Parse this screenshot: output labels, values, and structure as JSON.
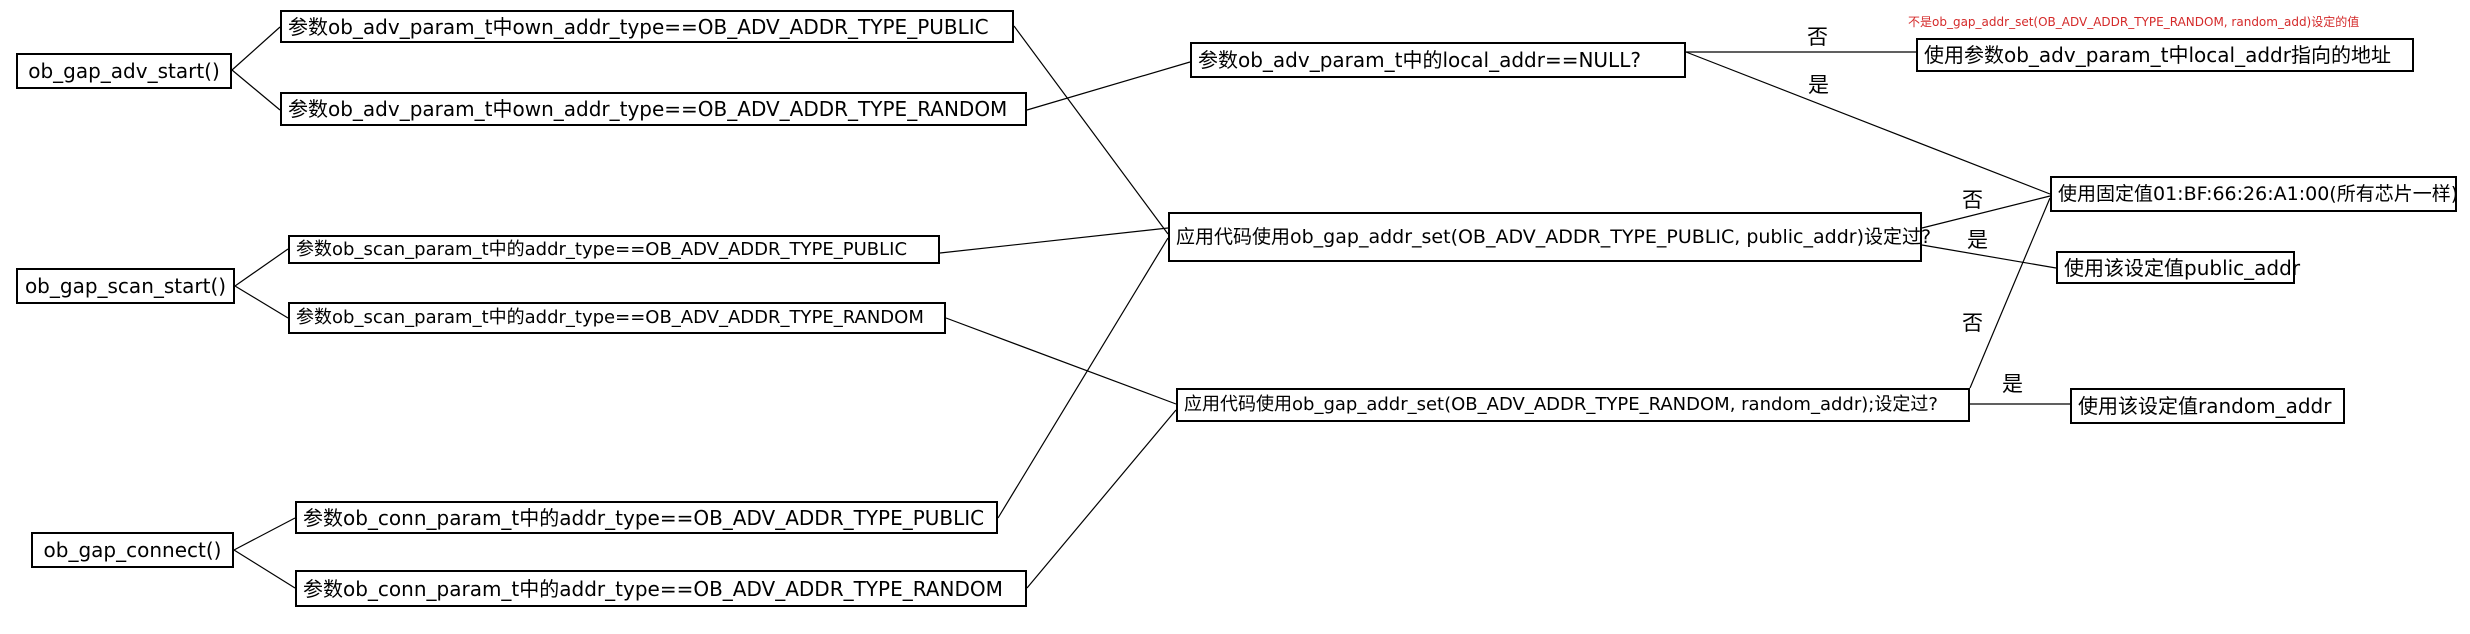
{
  "functions": {
    "adv": "ob_gap_adv_start()",
    "scan": "ob_gap_scan_start()",
    "connect": "ob_gap_connect()"
  },
  "params": {
    "adv_public": "参数ob_adv_param_t中own_addr_type==OB_ADV_ADDR_TYPE_PUBLIC",
    "adv_random": "参数ob_adv_param_t中own_addr_type==OB_ADV_ADDR_TYPE_RANDOM",
    "scan_public": "参数ob_scan_param_t中的addr_type==OB_ADV_ADDR_TYPE_PUBLIC",
    "scan_random": "参数ob_scan_param_t中的addr_type==OB_ADV_ADDR_TYPE_RANDOM",
    "conn_public": "参数ob_conn_param_t中的addr_type==OB_ADV_ADDR_TYPE_PUBLIC",
    "conn_random": "参数ob_conn_param_t中的addr_type==OB_ADV_ADDR_TYPE_RANDOM"
  },
  "decisions": {
    "local_addr": "参数ob_adv_param_t中的local_addr==NULL?",
    "public_set": "应用代码使用ob_gap_addr_set(OB_ADV_ADDR_TYPE_PUBLIC, public_addr)设定过?",
    "random_set": "应用代码使用ob_gap_addr_set(OB_ADV_ADDR_TYPE_RANDOM, random_addr);设定过?"
  },
  "results": {
    "use_local_addr": "使用参数ob_adv_param_t中local_addr指向的地址",
    "use_fixed": "使用固定值01:BF:66:26:A1:00(所有芯片一样)",
    "use_public": "使用该设定值public_addr",
    "use_random": "使用该设定值random_addr"
  },
  "edge_labels": {
    "local_no": "否",
    "local_yes": "是",
    "public_no": "否",
    "public_yes": "是",
    "random_no": "否",
    "random_yes": "是"
  },
  "annotation": "不是ob_gap_addr_set(OB_ADV_ADDR_TYPE_RANDOM, random_add)设定的值",
  "colors": {
    "line": "#000000",
    "annotation": "#d42a2a"
  }
}
